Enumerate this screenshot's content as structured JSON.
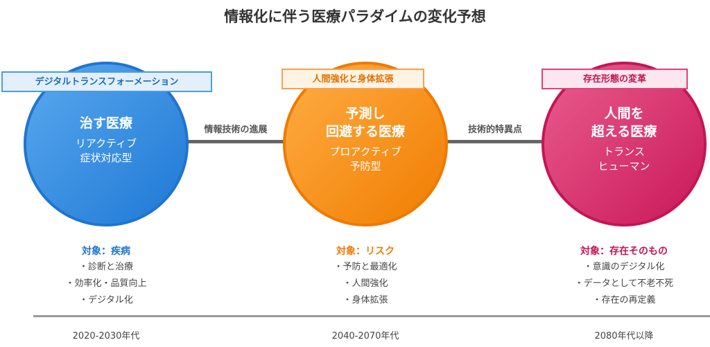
{
  "title": "情報化に伴う医療パラダイムの変化予想",
  "stages": [
    {
      "tag": "デジタルトランスフォーメーション",
      "main": [
        "治す医療"
      ],
      "sub": [
        "リアクティブ",
        "症状対応型"
      ],
      "target": "対象：疾病",
      "bullets": [
        "・診断と治療",
        "・効率化・品質向上",
        "・デジタル化"
      ],
      "period": "2020-2030年代"
    },
    {
      "tag": "人間強化と身体拡張",
      "main": [
        "予測し",
        "回避する医療"
      ],
      "sub": [
        "プロアクティブ",
        "予防型"
      ],
      "target": "対象：リスク",
      "bullets": [
        "・予防と最適化",
        "・人間強化",
        "・身体拡張"
      ],
      "period": "2040-2070年代"
    },
    {
      "tag": "存在形態の変革",
      "main": [
        "人間を",
        "超える医療"
      ],
      "sub": [
        "トランス",
        "ヒューマン"
      ],
      "target": "対象：存在そのもの",
      "bullets": [
        "・意識のデジタル化",
        "・データとして不老不死",
        "・存在の再定義"
      ],
      "period": "2080年代以降"
    }
  ],
  "connectors": [
    "情報技術の進展",
    "技術的特異点"
  ],
  "colors": {
    "blue": "#1f74cf",
    "orange": "#ef7a00",
    "pink": "#c41556"
  }
}
